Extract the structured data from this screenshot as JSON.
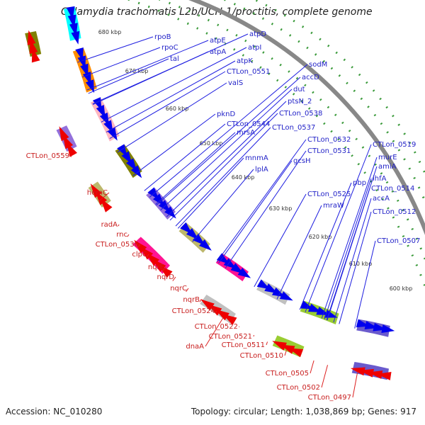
{
  "title": "Chlamydia trachomatis L2b/UCH-1/proctitis, complete genome",
  "accession": "Accession: NC_010280",
  "summary": "Topology: circular; Length: 1,038,869 bp; Genes: 917",
  "colors": {
    "forward": "#0000ee",
    "reverse": "#ee0000",
    "backbone": "#888888",
    "tick": "#3a9a3a",
    "line_fwd": "#1e1ee0",
    "line_rev": "#dd2020"
  },
  "ticks": [
    "680 kbp",
    "670 kbp",
    "660 kbp",
    "650 kbp",
    "640 kbp",
    "630 kbp",
    "620 kbp",
    "610 kbp",
    "600 kbp"
  ],
  "forward_labels": [
    "rpoB",
    "rpoC",
    "tal",
    "atpE",
    "atpA",
    "atpD",
    "atpI",
    "atpK",
    "CTLon_0551",
    "valS",
    "pknD",
    "CTLon_0544",
    "mrsA",
    "sodM",
    "accD",
    "dut",
    "ptsN_2",
    "CTLon_0538",
    "CTLon_0537",
    "CTLon_0532",
    "CTLon_0531",
    "mnmA",
    "lplA",
    "gcsH",
    "CTLon_0525",
    "mraW",
    "CTLon_0519",
    "murE",
    "amiA",
    "pbp",
    "ihfA",
    "CTLon_0514",
    "accA",
    "CTLon_0512",
    "CTLon_0507"
  ],
  "reverse_labels": [
    "CTLon_0559",
    "hemC",
    "radA",
    "rnc",
    "CTLon_0536",
    "clpC",
    "nqrE",
    "nqrD",
    "nqrC",
    "nqrB",
    "CTLon_0524",
    "CTLon_0522",
    "CTLon_0521",
    "dnaA",
    "CTLon_0511",
    "CTLon_0510",
    "CTLon_0505",
    "CTLon_0502",
    "CTLon_0497"
  ]
}
